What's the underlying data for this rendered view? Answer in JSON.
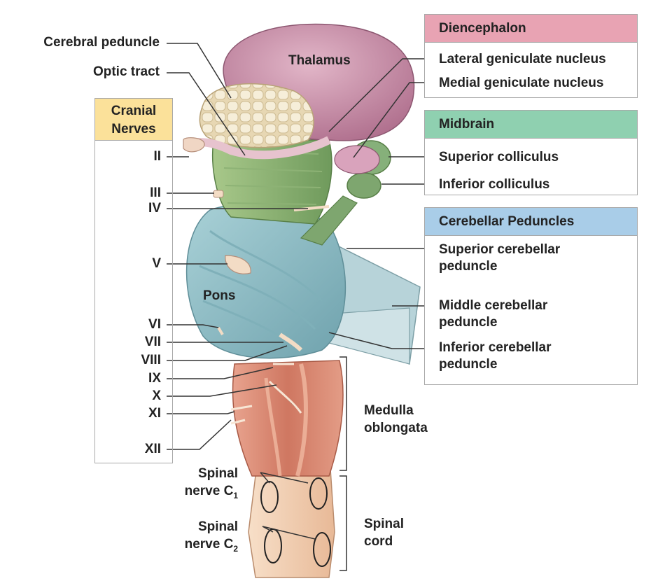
{
  "left_labels": {
    "cerebral_peduncle": "Cerebral peduncle",
    "optic_tract": "Optic tract",
    "pons": "Pons",
    "thalamus": "Thalamus"
  },
  "cranial_nerves": {
    "title_line1": "Cranial",
    "title_line2": "Nerves",
    "header_color": "#fbe19a",
    "items": [
      "II",
      "III",
      "IV",
      "V",
      "VI",
      "VII",
      "VIII",
      "IX",
      "X",
      "XI",
      "XII"
    ]
  },
  "diencephalon": {
    "header": "Diencephalon",
    "header_color": "#e8a3b3",
    "items": [
      "Lateral geniculate nucleus",
      "Medial geniculate nucleus"
    ]
  },
  "midbrain": {
    "header": "Midbrain",
    "header_color": "#8fd0b0",
    "items": [
      "Superior colliculus",
      "Inferior colliculus"
    ]
  },
  "cerebellar_peduncles": {
    "header": "Cerebellar Peduncles",
    "header_color": "#a9cde8",
    "items": [
      {
        "line1": "Superior cerebellar",
        "line2": "peduncle"
      },
      {
        "line1": "Middle cerebellar",
        "line2": "peduncle"
      },
      {
        "line1": "Inferior cerebellar",
        "line2": "peduncle"
      }
    ]
  },
  "medulla": {
    "line1": "Medulla",
    "line2": "oblongata"
  },
  "spinal_cord": {
    "line1": "Spinal",
    "line2": "cord"
  },
  "spinal_nerve_c1": {
    "line1": "Spinal",
    "line2_prefix": "nerve C",
    "sub": "1"
  },
  "spinal_nerve_c2": {
    "line1": "Spinal",
    "line2_prefix": "nerve C",
    "sub": "2"
  },
  "colors": {
    "thalamus": "#c98aa6",
    "midbrain": "#94b87a",
    "pons": "#8fbfc8",
    "medulla": "#d98870",
    "cord": "#f2d2b5"
  }
}
